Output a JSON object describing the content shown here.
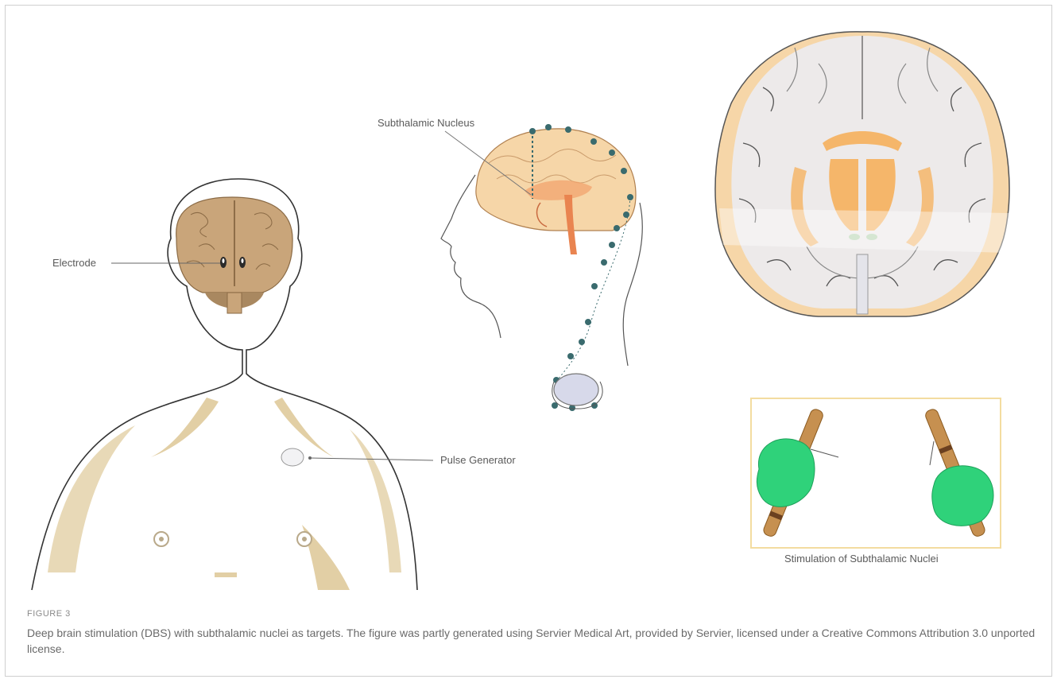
{
  "labels": {
    "electrode": "Electrode",
    "subthalamic_nucleus": "Subthalamic Nucleus",
    "pulse_generator": "Pulse Generator",
    "stimulation": "Stimulation of Subthalamic Nuclei"
  },
  "caption": {
    "label": "FIGURE 3",
    "text": "Deep brain stimulation (DBS) with subthalamic nuclei as targets. The figure was partly generated using Servier Medical Art, provided by Servier, licensed under a Creative Commons Attribution 3.0 unported license."
  },
  "colors": {
    "brain_tan": "#c9a57a",
    "cortex_peach": "#f6d6a8",
    "basal_orange": "#f5b66a",
    "skin_shadow": "#e2cfa5",
    "electrode_green": "#2fd27a",
    "lead_dot": "#3a6b6e"
  }
}
